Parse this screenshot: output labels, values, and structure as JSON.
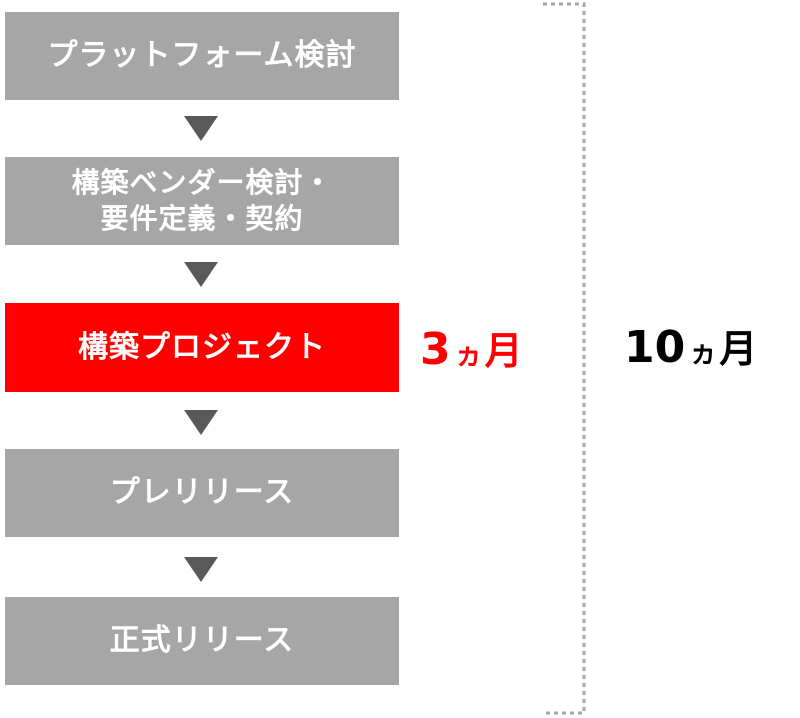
{
  "steps": [
    {
      "label": "プラットフォーム検討"
    },
    {
      "label_line1": "構築ベンダー検討・",
      "label_line2": "要件定義・契約"
    },
    {
      "label": "構築プロジェクト"
    },
    {
      "label": "プレリリース"
    },
    {
      "label": "正式リリース"
    }
  ],
  "durations": {
    "project": {
      "number": "3",
      "ka": "ヵ",
      "tsuki": "月"
    },
    "total": {
      "number": "10",
      "ka": "ヵ",
      "tsuki": "月"
    }
  },
  "colors": {
    "step_gray": "#a6a6a6",
    "step_highlight": "#ff0000",
    "arrow": "#595959",
    "bracket": "#a6a6a6",
    "highlight_text": "#ff0000",
    "text_dark": "#000000"
  }
}
